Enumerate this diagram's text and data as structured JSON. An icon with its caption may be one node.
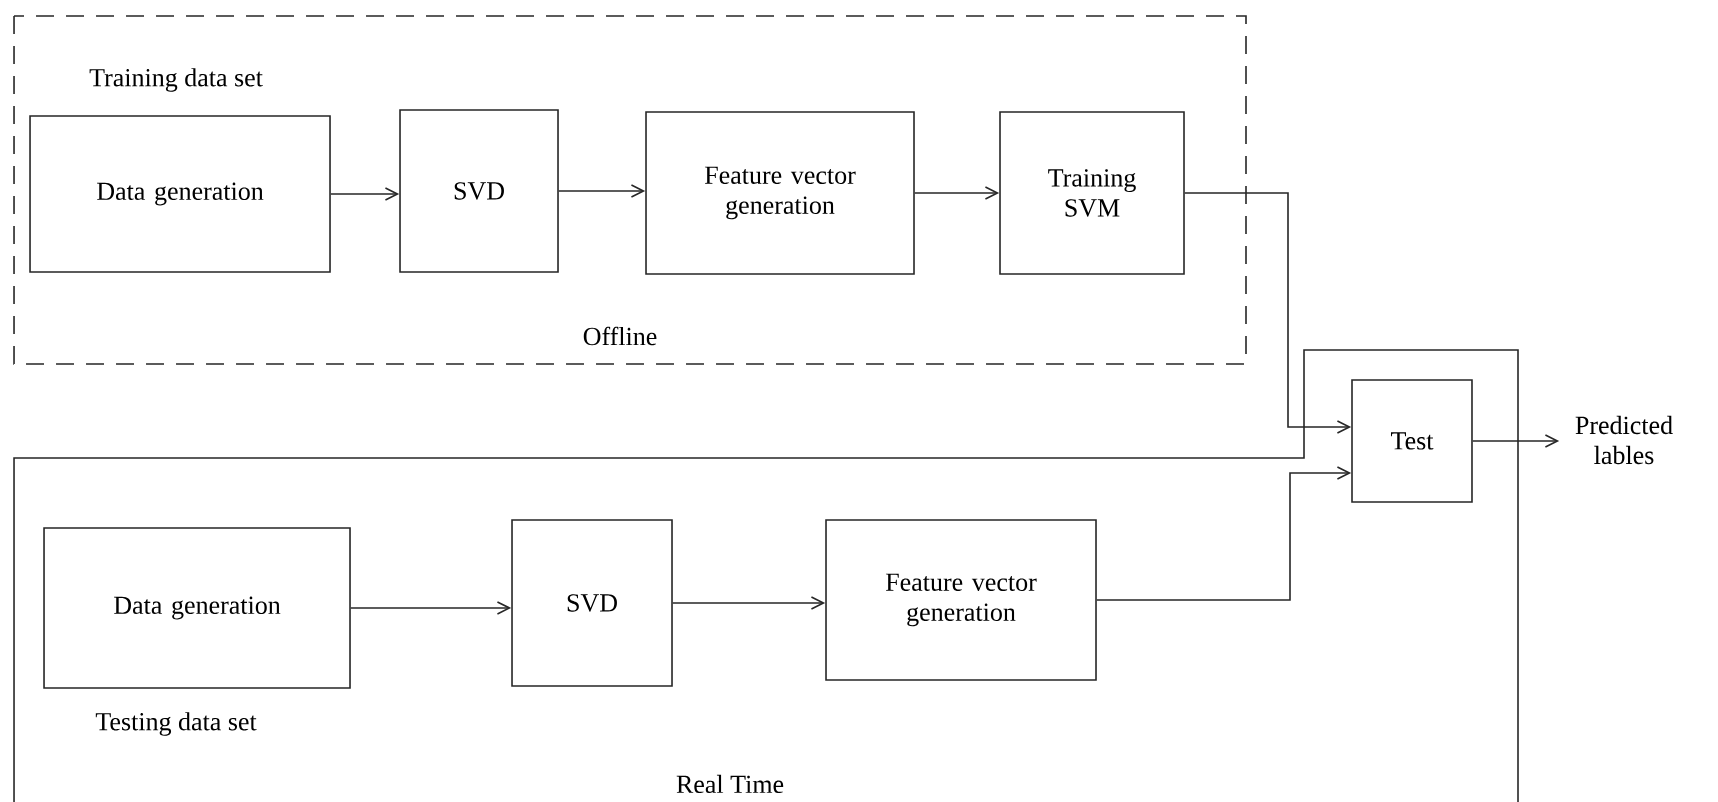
{
  "diagram": {
    "nodes": [
      {
        "text": [
          "Offline"
        ]
      },
      {
        "text": [
          "Data generation"
        ],
        "in": 0,
        "beside": [
          "Training data set"
        ]
      },
      {
        "text": [
          "SVD"
        ],
        "in": 0
      },
      {
        "text": [
          "Feature vector generation"
        ],
        "in": 0
      },
      {
        "text": [
          "Training SVM"
        ],
        "in": 0
      },
      {
        "text": [
          "Real Time"
        ]
      },
      {
        "text": [
          "Test"
        ],
        "in": 5
      },
      {
        "text": [
          "Data generation"
        ],
        "in": 5,
        "beside": [
          "Testing data set"
        ]
      },
      {
        "text": [
          "SVD"
        ],
        "in": 5
      },
      {
        "text": [
          "Feature vector generation"
        ],
        "in": 5
      },
      {
        "text": [
          "Predicted lables"
        ]
      }
    ],
    "edges": [
      {
        "from": 1,
        "to": 2,
        "arrow": "to"
      },
      {
        "from": 2,
        "to": 3,
        "arrow": "to"
      },
      {
        "from": 3,
        "to": 4,
        "arrow": "to"
      },
      {
        "from": 4,
        "to": 6,
        "arrow": "to"
      },
      {
        "from": 7,
        "to": 8,
        "arrow": "to"
      },
      {
        "from": 8,
        "to": 9,
        "arrow": "to"
      },
      {
        "from": 9,
        "to": 6,
        "arrow": "to"
      },
      {
        "from": 6,
        "to": 10,
        "arrow": "to"
      }
    ]
  }
}
